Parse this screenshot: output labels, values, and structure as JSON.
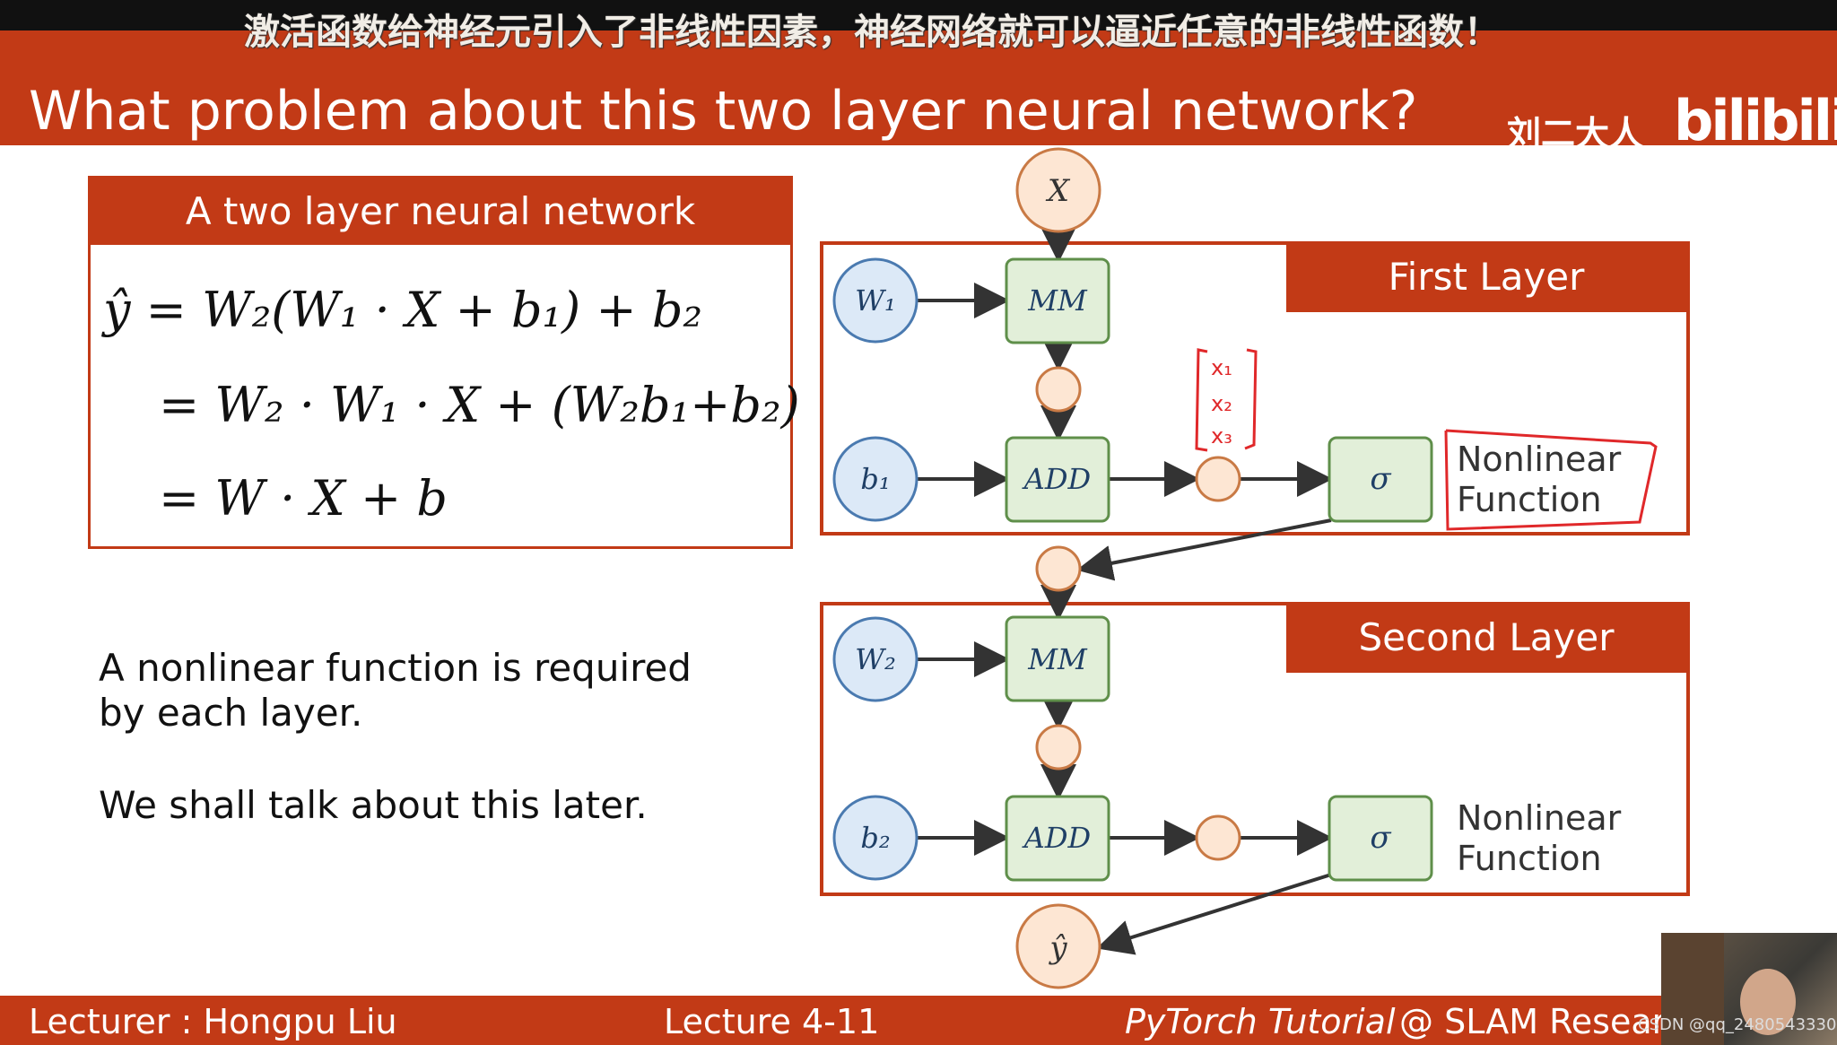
{
  "slide": {
    "subtitle": "激活函数给神经元引入了非线性因素，神经网络就可以逼近任意的非线性函数！",
    "title": "What problem about this two layer neural network?",
    "brand": {
      "author": "刘二大人",
      "logo": "bilibili"
    }
  },
  "equation_box": {
    "header": "A two layer neural network",
    "lines": [
      "ŷ = W₂(W₁ · X + b₁) + b₂",
      "= W₂ · W₁ · X + (W₂b₁+b₂)",
      "= W · X + b"
    ]
  },
  "notes": {
    "line1": "A nonlinear function is required",
    "line2": "by each layer.",
    "line3": "We shall talk about this later."
  },
  "diagram": {
    "input_label": "X",
    "output_label": "ŷ",
    "first_layer": {
      "title": "First Layer",
      "weight": "W₁",
      "bias": "b₁",
      "mm": "MM",
      "add": "ADD",
      "activation": "σ",
      "nonlinear_line1": "Nonlinear",
      "nonlinear_line2": "Function"
    },
    "second_layer": {
      "title": "Second Layer",
      "weight": "W₂",
      "bias": "b₂",
      "mm": "MM",
      "add": "ADD",
      "activation": "σ",
      "nonlinear_line1": "Nonlinear",
      "nonlinear_line2": "Function"
    },
    "annotation": [
      "x₁",
      "x₂",
      "x₃"
    ]
  },
  "footer": {
    "lecturer": "Lecturer : Hongpu Liu",
    "lecture": "Lecture 4-11",
    "course": "PyTorch Tutorial",
    "org": "@ SLAM Resear"
  },
  "watermark": "CSDN @qq_2480543330",
  "colors": {
    "accent": "#c23a16",
    "node_blue_fill": "#dce9f7",
    "node_blue_stroke": "#4a7ab0",
    "node_green_fill": "#e2efd9",
    "node_green_stroke": "#5f8f4a",
    "node_orange_fill": "#fde6d3",
    "node_orange_stroke": "#c97a45"
  }
}
